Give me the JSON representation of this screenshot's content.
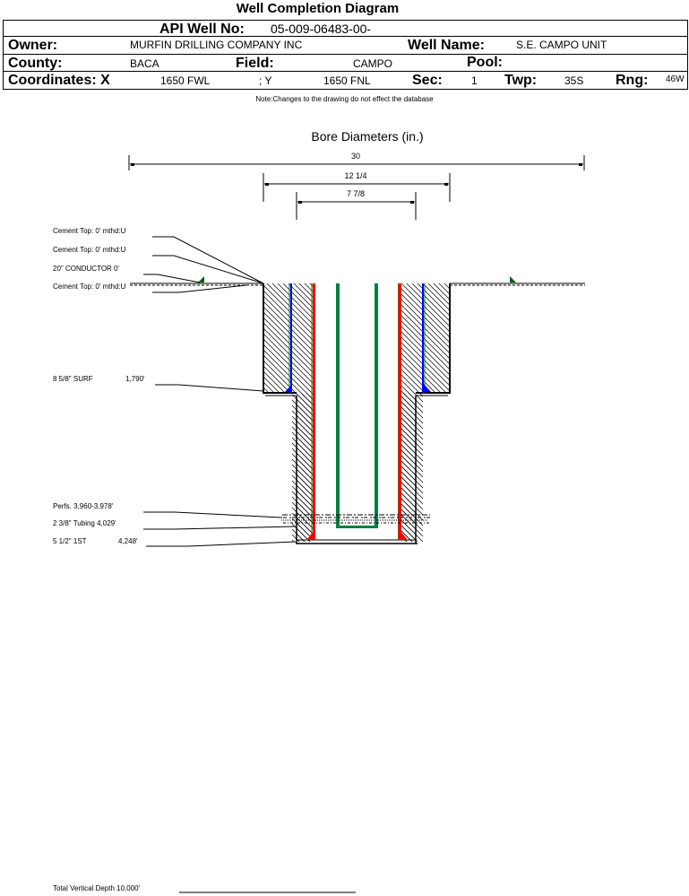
{
  "title": "Well Completion Diagram",
  "header": {
    "api_label": "API Well No:",
    "api_value": "05-009-06483-00-",
    "owner_label": "Owner:",
    "owner_value": "MURFIN DRILLING COMPANY INC",
    "well_name_label": "Well Name:",
    "well_name_value": "S.E. CAMPO UNIT",
    "county_label": "County:",
    "county_value": "BACA",
    "field_label": "Field:",
    "field_value": "CAMPO",
    "pool_label": "Pool:",
    "pool_value": "",
    "coords_label": "Coordinates: X",
    "coords_x_value": "1650 FWL",
    "coords_y_label": "; Y",
    "coords_y_value": "1650 FNL",
    "sec_label": "Sec:",
    "sec_value": "1",
    "twp_label": "Twp:",
    "twp_value": "35S",
    "rng_label": "Rng:",
    "rng_value": "46W"
  },
  "note": "Note:Changes to the drawing do not effect the database",
  "diagram": {
    "bore_title": "Bore Diameters (in.)",
    "bore_diameters": [
      "30",
      "12 1/4",
      "7 7/8"
    ],
    "labels": {
      "cement_top_1": "Cement Top: 0' mthd:U",
      "cement_top_2": "Cement Top: 0' mthd:U",
      "conductor": "20\" CONDUCTOR  0'",
      "cement_top_3": "Cement Top: 0' mthd:U",
      "surf_casing": "8 5/8\" SURF",
      "surf_depth": "1,790'",
      "perfs": "Perfs. 3,960-3,978'",
      "tubing": "2 3/8\" Tubing 4,029'",
      "first_string": "5 1/2\" 1ST",
      "first_string_depth": "4,248'",
      "tvd": "Total Vertical Depth 10,000'"
    },
    "colors": {
      "surface_casing": "#0000ff",
      "production_casing": "#ff0000",
      "tubing": "#008040",
      "casing_edge": "#008000",
      "conductor_marker": "#006000"
    }
  }
}
